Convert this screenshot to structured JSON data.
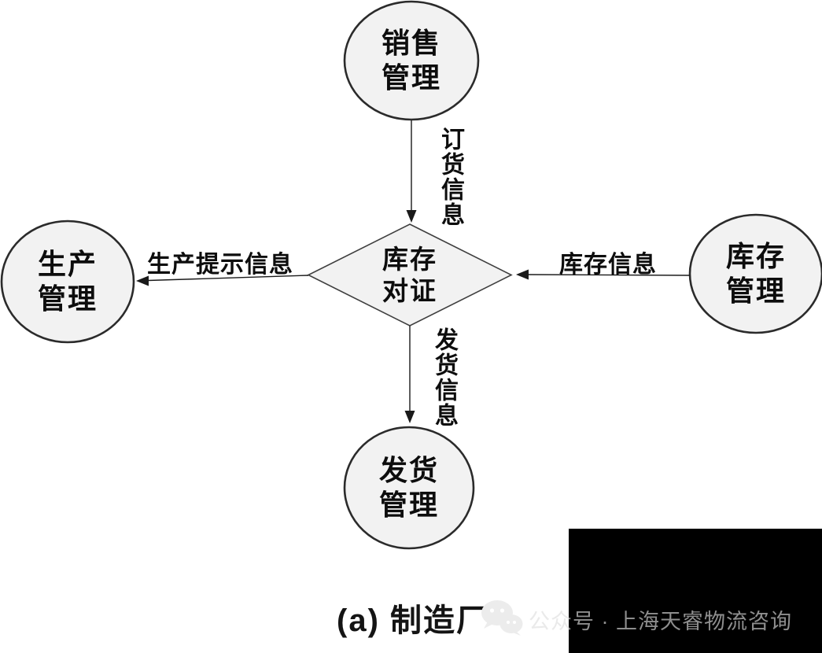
{
  "diagram": {
    "nodes": [
      {
        "id": "sales",
        "lines": [
          "销售",
          "管理"
        ]
      },
      {
        "id": "production",
        "lines": [
          "生产",
          "管理"
        ]
      },
      {
        "id": "inventory",
        "lines": [
          "库存",
          "管理"
        ]
      },
      {
        "id": "shipping",
        "lines": [
          "发货",
          "管理"
        ]
      }
    ],
    "decision": {
      "id": "stock-check",
      "lines": [
        "库存",
        "对证"
      ]
    },
    "edges": [
      {
        "id": "order-info",
        "label": "订货信息",
        "from": "sales",
        "to": "stock-check"
      },
      {
        "id": "production-prompt-info",
        "label": "生产提示信息",
        "from": "stock-check",
        "to": "production"
      },
      {
        "id": "inventory-info",
        "label": "库存信息",
        "from": "inventory",
        "to": "stock-check"
      },
      {
        "id": "shipping-info",
        "label": "发货信息",
        "from": "stock-check",
        "to": "shipping"
      }
    ],
    "caption": "(a) 制造厂"
  },
  "watermark": {
    "icon": "wechat-icon",
    "text": "公众号 · 上海天睿物流咨询"
  },
  "colors": {
    "background": "#ffffff",
    "node_fill": "#f2f2f2",
    "node_stroke": "#2b2b2b",
    "diamond_stroke": "#3f3f3f",
    "arrow": "#1a1a1a",
    "text": "#0d0d0d",
    "overlay_box": "#000000",
    "watermark_text_on_box": "#8a8a8a"
  }
}
